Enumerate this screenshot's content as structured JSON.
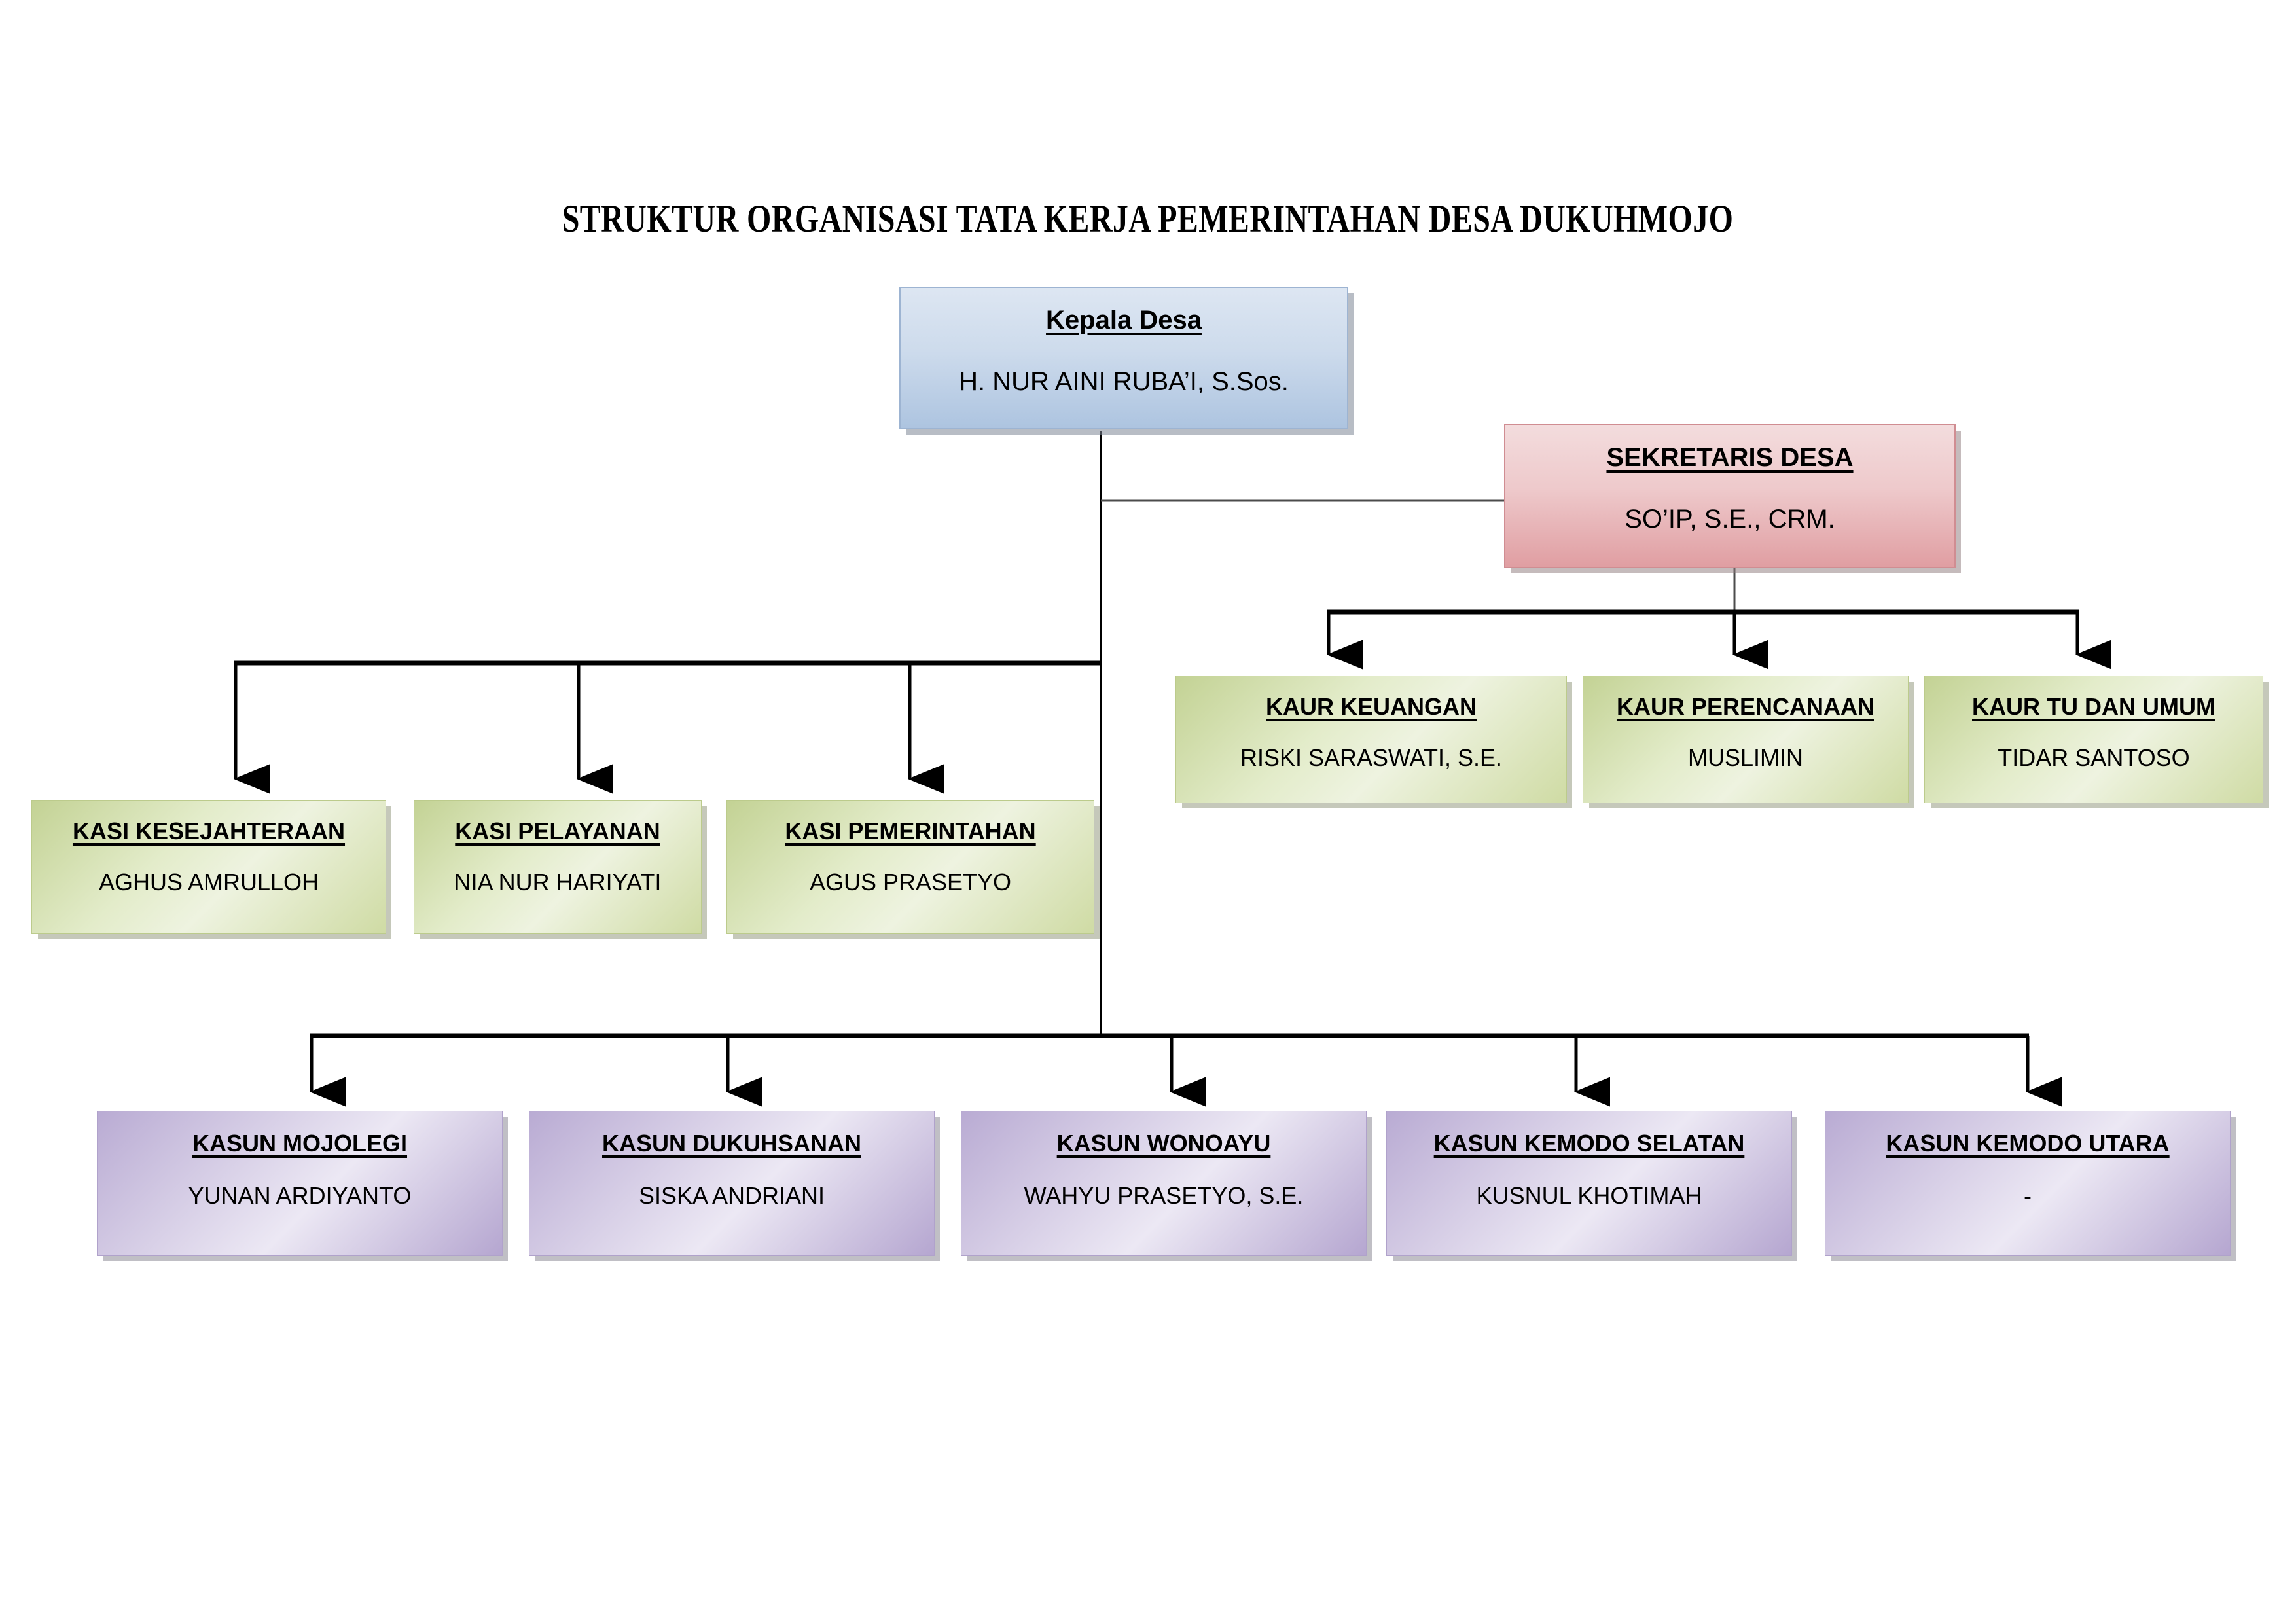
{
  "title": "STRUKTUR ORGANISASI TATA KERJA PEMERINTAHAN DESA DUKUHMOJO",
  "colors": {
    "kepala_desa_fill": "#cddbec",
    "sekretaris_fill": "#eec9cb",
    "kaur_kasi_fill": "#dde7c2",
    "kasun_fill": "#d5cce6",
    "connector_line": "#000000"
  },
  "nodes": {
    "kepala_desa": {
      "title": "Kepala Desa",
      "name": "H. NUR AINI RUBA’I, S.Sos."
    },
    "sekretaris_desa": {
      "title": "SEKRETARIS DESA",
      "name": "SO’IP, S.E., CRM."
    },
    "kaur": [
      {
        "title": "KAUR KEUANGAN",
        "name": "RISKI SARASWATI, S.E."
      },
      {
        "title": "KAUR PERENCANAAN",
        "name": "MUSLIMIN"
      },
      {
        "title": "KAUR TU DAN UMUM",
        "name": "TIDAR SANTOSO"
      }
    ],
    "kasi": [
      {
        "title": "KASI KESEJAHTERAAN",
        "name": "AGHUS AMRULLOH"
      },
      {
        "title": "KASI PELAYANAN",
        "name": "NIA NUR HARIYATI"
      },
      {
        "title": "KASI PEMERINTAHAN",
        "name": "AGUS PRASETYO"
      }
    ],
    "kasun": [
      {
        "title": "KASUN MOJOLEGI",
        "name": "YUNAN ARDIYANTO"
      },
      {
        "title": "KASUN DUKUHSANAN",
        "name": "SISKA ANDRIANI"
      },
      {
        "title": "KASUN WONOAYU",
        "name": "WAHYU PRASETYO, S.E."
      },
      {
        "title": "KASUN KEMODO SELATAN",
        "name": "KUSNUL KHOTIMAH"
      },
      {
        "title": "KASUN KEMODO UTARA",
        "name": "-"
      }
    ]
  },
  "chart_data": {
    "type": "diagram",
    "diagram_type": "organizational-chart",
    "title": "STRUKTUR ORGANISASI TATA KERJA PEMERINTAHAN DESA DUKUHMOJO",
    "root": "Kepala Desa",
    "edges": [
      {
        "from": "Kepala Desa",
        "to": "SEKRETARIS DESA",
        "style": "thin-elbow"
      },
      {
        "from": "SEKRETARIS DESA",
        "to": "KAUR KEUANGAN",
        "style": "arrow"
      },
      {
        "from": "SEKRETARIS DESA",
        "to": "KAUR PERENCANAAN",
        "style": "arrow"
      },
      {
        "from": "SEKRETARIS DESA",
        "to": "KAUR TU DAN UMUM",
        "style": "arrow"
      },
      {
        "from": "Kepala Desa",
        "to": "KASI KESEJAHTERAAN",
        "style": "arrow"
      },
      {
        "from": "Kepala Desa",
        "to": "KASI PELAYANAN",
        "style": "arrow"
      },
      {
        "from": "Kepala Desa",
        "to": "KASI PEMERINTAHAN",
        "style": "arrow"
      },
      {
        "from": "Kepala Desa",
        "to": "KASUN MOJOLEGI",
        "style": "arrow"
      },
      {
        "from": "Kepala Desa",
        "to": "KASUN DUKUHSANAN",
        "style": "arrow"
      },
      {
        "from": "Kepala Desa",
        "to": "KASUN WONOAYU",
        "style": "arrow"
      },
      {
        "from": "Kepala Desa",
        "to": "KASUN KEMODO SELATAN",
        "style": "arrow"
      },
      {
        "from": "Kepala Desa",
        "to": "KASUN KEMODO UTARA",
        "style": "arrow"
      }
    ],
    "levels": [
      [
        "Kepala Desa"
      ],
      [
        "SEKRETARIS DESA"
      ],
      [
        "KAUR KEUANGAN",
        "KAUR PERENCANAAN",
        "KAUR TU DAN UMUM"
      ],
      [
        "KASI KESEJAHTERAAN",
        "KASI PELAYANAN",
        "KASI PEMERINTAHAN"
      ],
      [
        "KASUN MOJOLEGI",
        "KASUN DUKUHSANAN",
        "KASUN WONOAYU",
        "KASUN KEMODO SELATAN",
        "KASUN KEMODO UTARA"
      ]
    ]
  }
}
